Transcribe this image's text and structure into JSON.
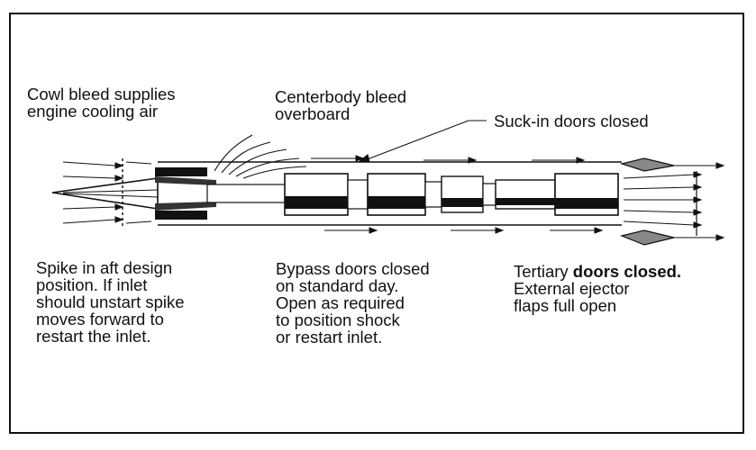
{
  "labels": {
    "cowl_bleed": [
      "Cowl bleed supplies",
      "engine cooling air"
    ],
    "centerbody_bleed": [
      "Centerbody bleed",
      "overboard"
    ],
    "suck_in_doors": "Suck-in doors closed",
    "spike": [
      "Spike in aft design",
      "position. If inlet",
      "should unstart spike",
      "moves forward to",
      "restart the inlet."
    ],
    "bypass_doors": [
      "Bypass doors closed",
      "on standard day.",
      "Open as required",
      "to position shock",
      "or restart inlet."
    ],
    "tertiary_doors": {
      "line1_a": "Tertiary ",
      "line1_b": "doors closed.",
      "line2": "External ejector",
      "line3": "flaps full open"
    }
  },
  "colors": {
    "ink": "#111111",
    "paper": "#ffffff"
  }
}
